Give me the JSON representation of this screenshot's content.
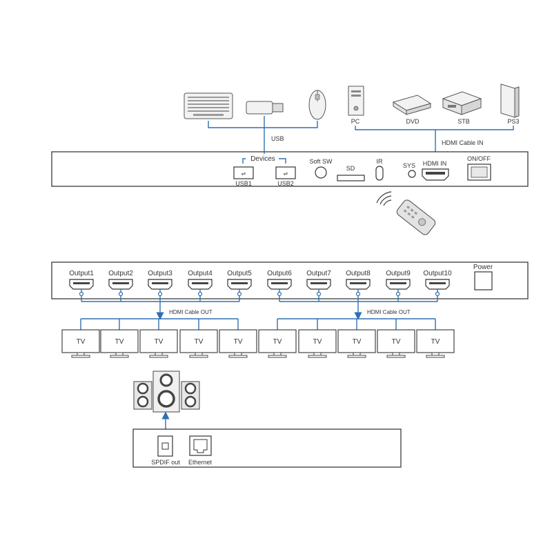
{
  "usb_devices": {
    "bus_label": "USB",
    "devices_label": "Devices",
    "usb1": "USB1",
    "usb2": "USB2",
    "icons": [
      "keyboard-icon",
      "usb-dongle-icon",
      "mouse-icon"
    ]
  },
  "sources": {
    "items": [
      "PC",
      "DVD",
      "STB",
      "PS3"
    ],
    "cable_label": "HDMI Cable IN"
  },
  "input_panel": {
    "soft_sw": "Soft SW",
    "sd": "SD",
    "ir": "IR",
    "sys": "SYS",
    "hdmi_in": "HDMI IN",
    "on_off": "ON/OFF"
  },
  "remote": {
    "icon": "remote-control-icon"
  },
  "output_panel": {
    "outputs": [
      "Output1",
      "Output2",
      "Output3",
      "Output4",
      "Output5",
      "Output6",
      "Output7",
      "Output8",
      "Output9",
      "Output10"
    ],
    "power": "Power"
  },
  "displays": {
    "cable_label_left": "HDMI Cable OUT",
    "cable_label_right": "HDMI Cable OUT",
    "tvs": [
      "TV",
      "TV",
      "TV",
      "TV",
      "TV",
      "TV",
      "TV",
      "TV",
      "TV",
      "TV"
    ]
  },
  "audio_panel": {
    "speaker_icon": "speaker-system-icon",
    "spdif": "SPDIF out",
    "ethernet": "Ethernet"
  },
  "colors": {
    "line": "#2f6fb0",
    "outline": "#3a3a3a"
  }
}
